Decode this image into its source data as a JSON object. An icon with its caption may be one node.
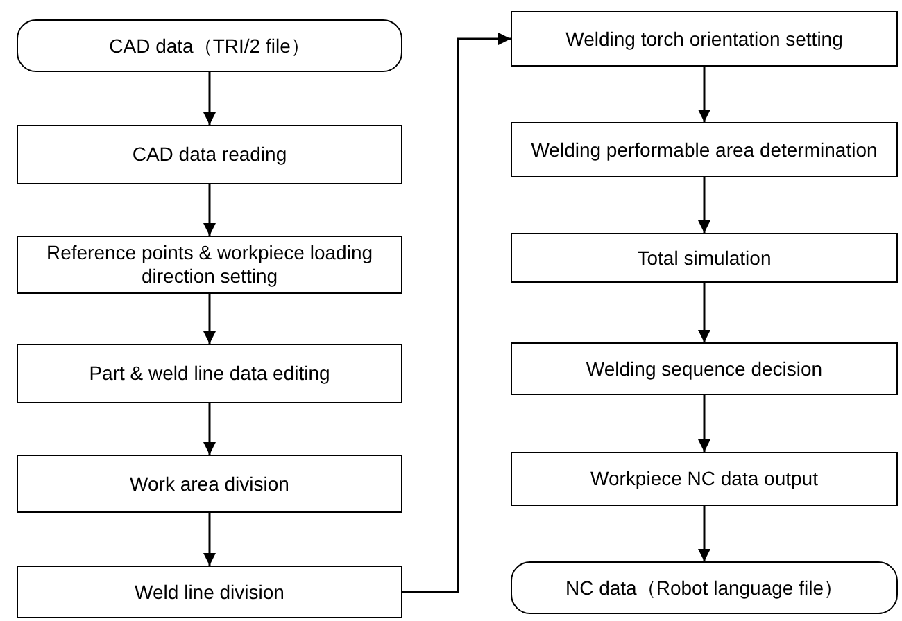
{
  "diagram": {
    "nodes": [
      {
        "text": [
          "CAD data（TRI/2 file）"
        ]
      },
      {
        "text": [
          "CAD data reading"
        ]
      },
      {
        "text": [
          "Reference points & workpiece loading direction setting"
        ]
      },
      {
        "text": [
          "Part & weld line data editing"
        ]
      },
      {
        "text": [
          "Work area division"
        ]
      },
      {
        "text": [
          "Weld line division"
        ]
      },
      {
        "text": [
          "Welding torch orientation setting"
        ]
      },
      {
        "text": [
          "Welding performable area determination"
        ]
      },
      {
        "text": [
          "Total simulation"
        ]
      },
      {
        "text": [
          "Welding sequence decision"
        ]
      },
      {
        "text": [
          "Workpiece NC data output"
        ]
      },
      {
        "text": [
          "NC data（Robot language file）"
        ]
      }
    ],
    "edges": [
      {
        "from": 0,
        "to": 1,
        "arrow": "to"
      },
      {
        "from": 1,
        "to": 2,
        "arrow": "to"
      },
      {
        "from": 2,
        "to": 3,
        "arrow": "to"
      },
      {
        "from": 3,
        "to": 4,
        "arrow": "to"
      },
      {
        "from": 4,
        "to": 5,
        "arrow": "to"
      },
      {
        "from": 5,
        "to": 6,
        "arrow": "to"
      },
      {
        "from": 6,
        "to": 7,
        "arrow": "to"
      },
      {
        "from": 7,
        "to": 8,
        "arrow": "to"
      },
      {
        "from": 8,
        "to": 9,
        "arrow": "to"
      },
      {
        "from": 9,
        "to": 10,
        "arrow": "to"
      },
      {
        "from": 10,
        "to": 11,
        "arrow": "to"
      }
    ]
  }
}
